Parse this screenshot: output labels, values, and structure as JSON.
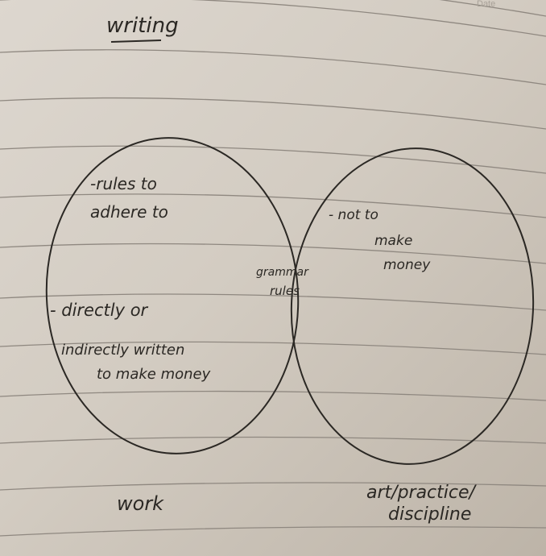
{
  "header": {
    "date_label": "Date",
    "title": "writing"
  },
  "diagram": {
    "type": "venn",
    "left_set": {
      "label": "work",
      "notes": [
        "-rules to",
        "adhere to",
        "- directly or",
        "indirectly written",
        "to make money"
      ]
    },
    "right_set": {
      "label_lines": [
        "art/practice/",
        "discipline"
      ],
      "notes": [
        "- not to",
        "make",
        "money"
      ]
    },
    "intersection": {
      "notes": [
        "grammar",
        "rules"
      ]
    }
  },
  "colors": {
    "paper": "#d6cfc5",
    "ink": "#2b2824",
    "rule_line": "#8f8880"
  }
}
